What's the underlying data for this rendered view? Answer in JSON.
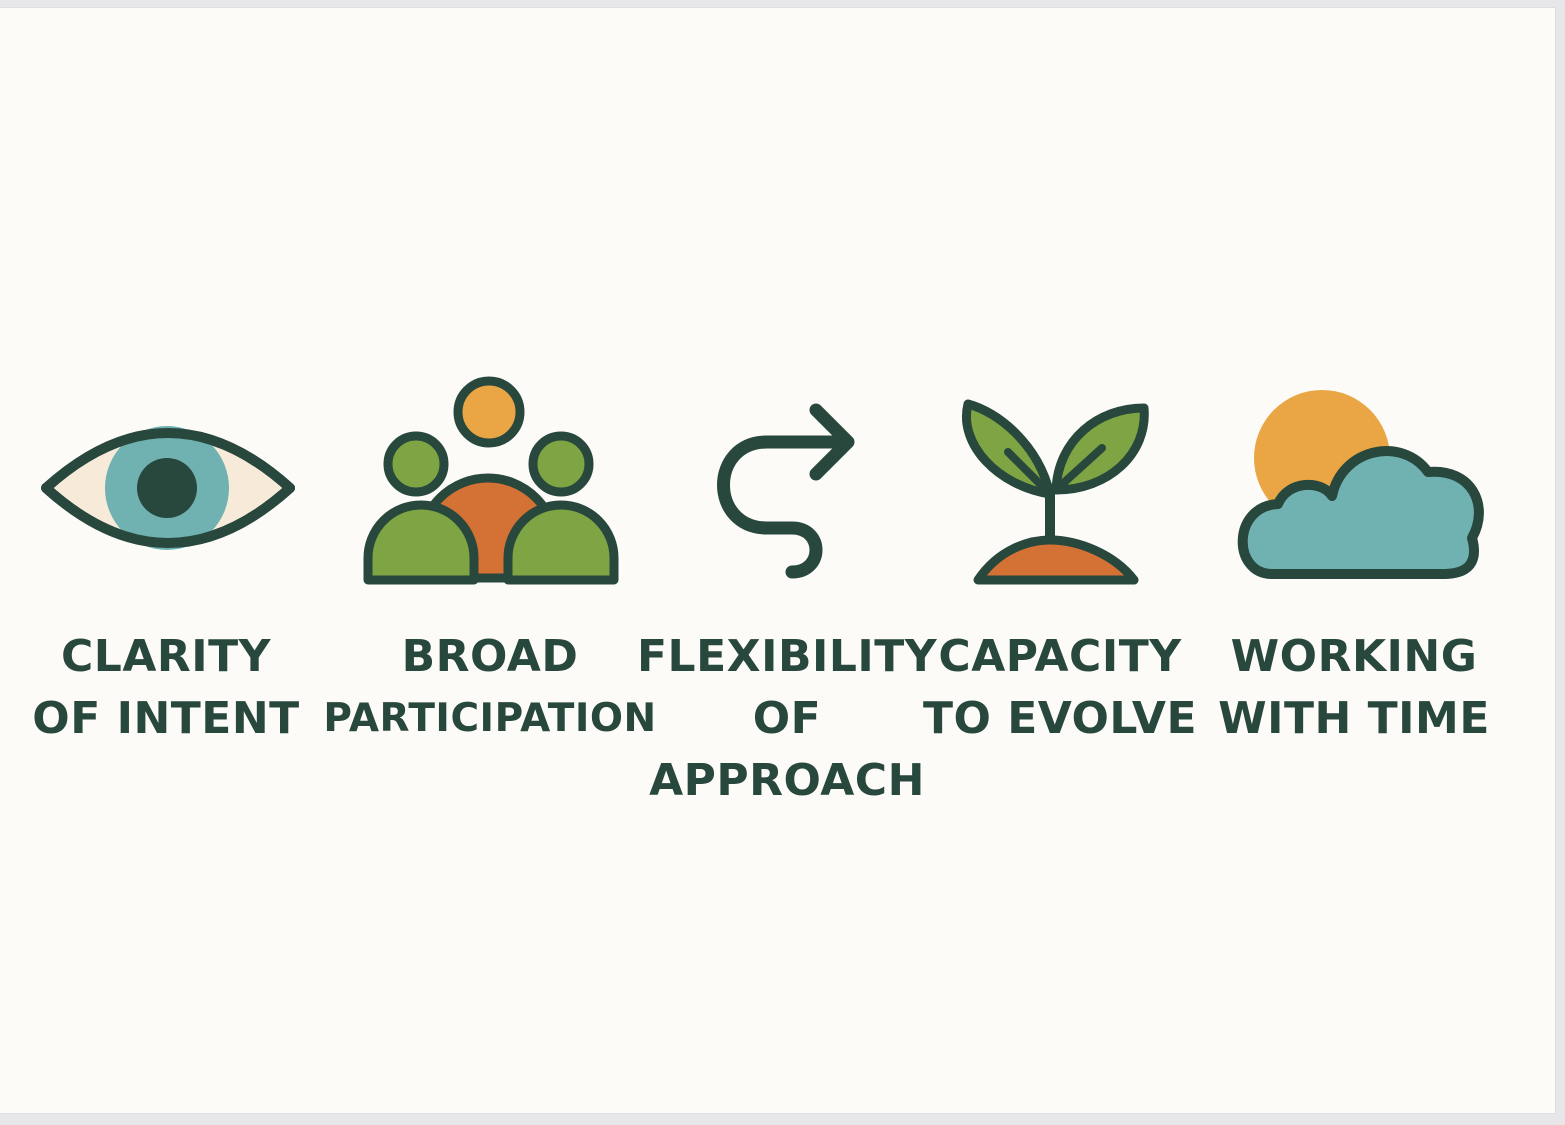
{
  "colors": {
    "outline": "#28473d",
    "teal": "#70b1b1",
    "green": "#7ea443",
    "orange": "#d47236",
    "amber": "#eaa645",
    "cream": "#f7ead9",
    "background": "#fcfbf7"
  },
  "items": [
    {
      "icon": "eye-icon",
      "line1": "CLARITY",
      "line2": "OF INTENT",
      "line3": ""
    },
    {
      "icon": "people-group-icon",
      "line1": "BROAD",
      "line2": "PARTICIPATION",
      "line3": ""
    },
    {
      "icon": "curved-arrow-icon",
      "line1": "FLEXIBILITY",
      "line2": "OF",
      "line3": "APPROACH"
    },
    {
      "icon": "sprout-icon",
      "line1": "CAPACITY",
      "line2": "TO EVOLVE",
      "line3": ""
    },
    {
      "icon": "sun-cloud-icon",
      "line1": "WORKING",
      "line2": "WITH TIME",
      "line3": ""
    }
  ]
}
